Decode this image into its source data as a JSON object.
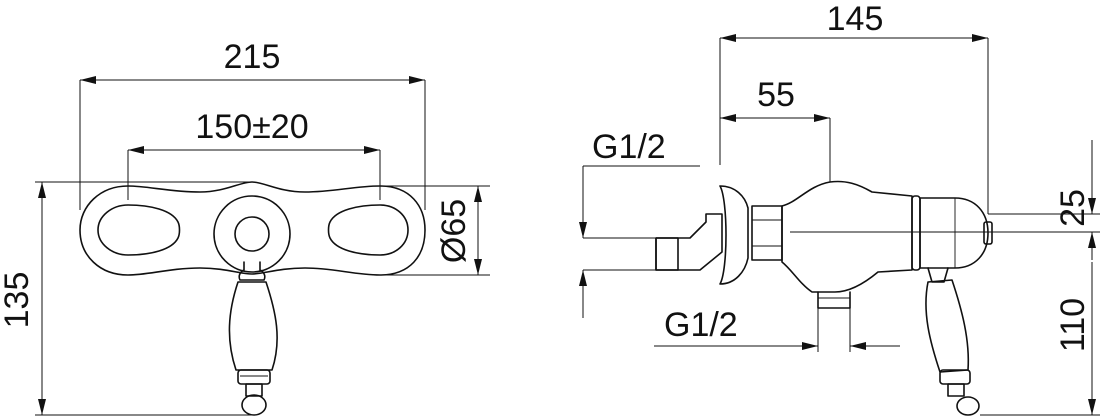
{
  "front_view": {
    "width_overall": "215",
    "inlet_spacing": "150±20",
    "rosette_diameter": "Ø65",
    "height_overall": "135"
  },
  "side_view": {
    "depth_overall": "145",
    "offset_depth": "55",
    "inlet_thread": "G1/2",
    "outlet_thread": "G1/2",
    "axis_height": "25",
    "lower_height": "110"
  }
}
